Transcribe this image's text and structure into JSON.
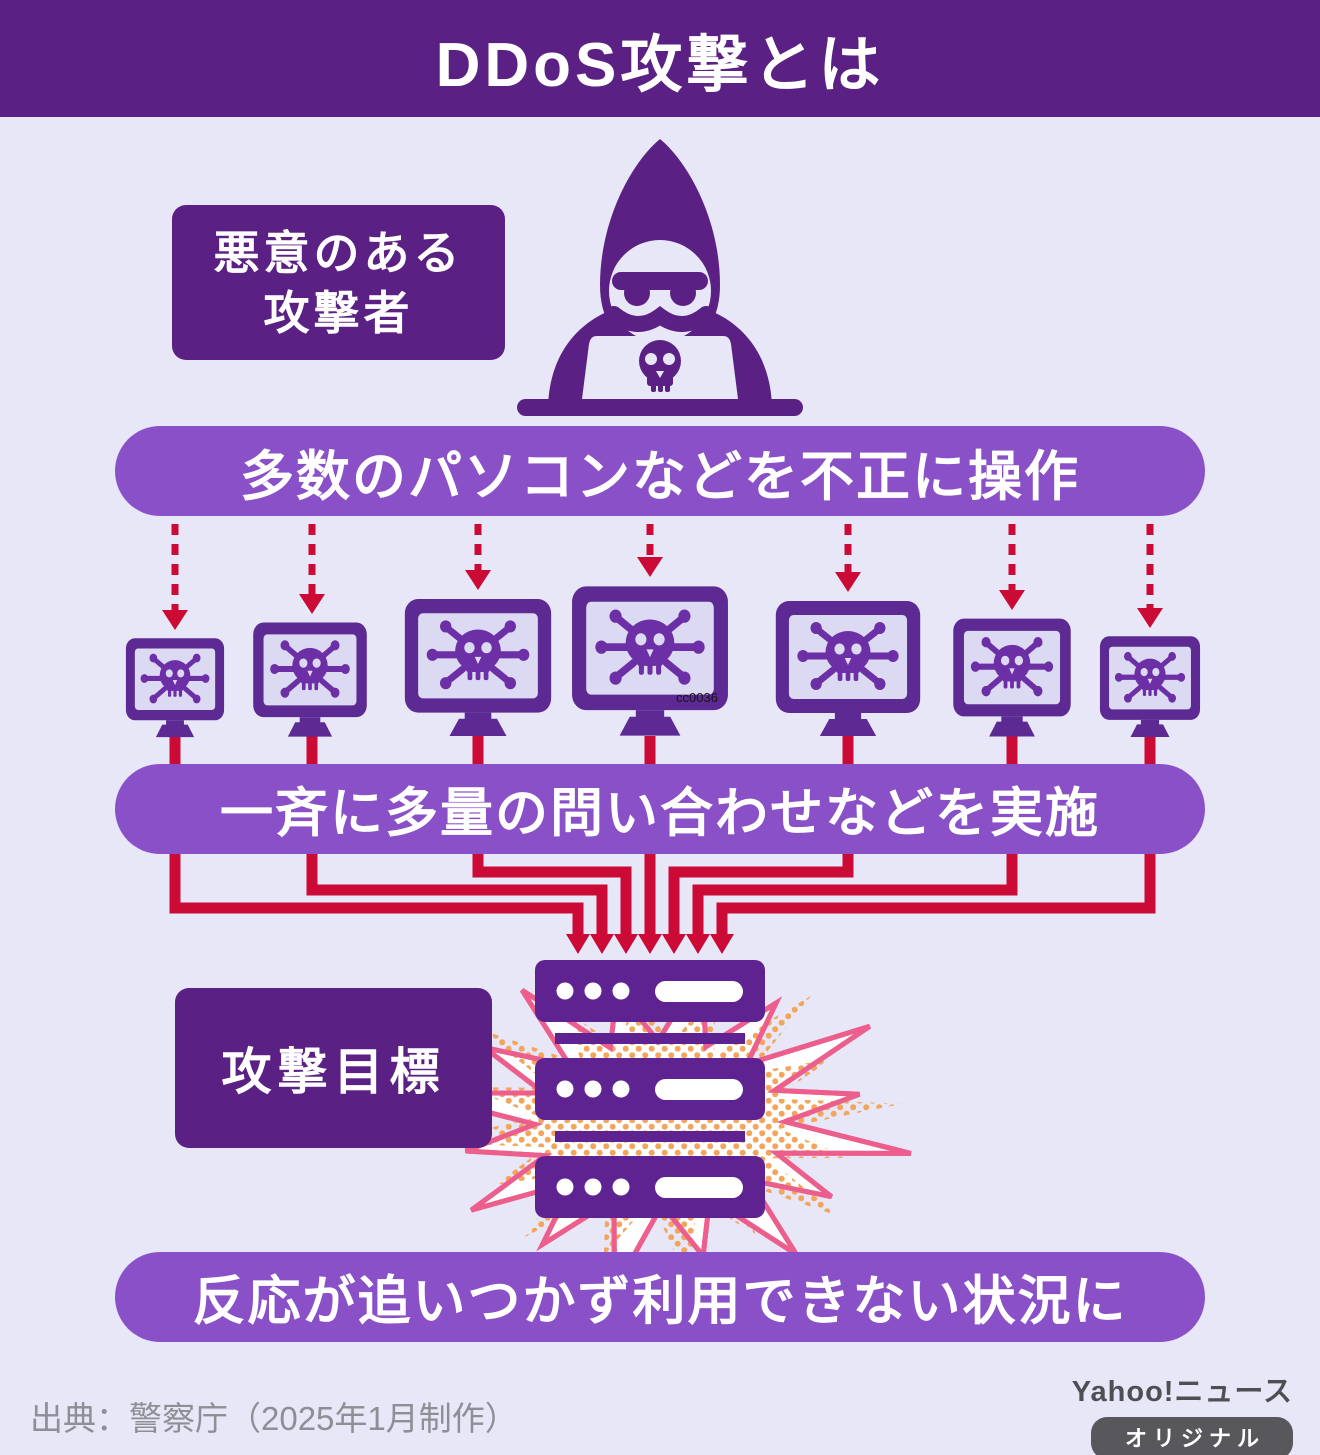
{
  "header": {
    "title": "DDoS攻撃とは"
  },
  "attacker": {
    "label_line1": "悪意のある",
    "label_line2": "攻撃者"
  },
  "steps": {
    "step1": "多数のパソコンなどを不正に操作",
    "step2": "一斉に多量の問い合わせなどを実施",
    "step3": "反応が追いつかず利用できない状況に"
  },
  "target": {
    "label": "攻撃目標"
  },
  "watermark": "cc0036",
  "footer": {
    "source": "出典：警察庁（2025年1月制作）",
    "brand": "Yahoo!ニュース",
    "badge": "オリジナル"
  },
  "icons": {
    "attacker": "hacker-with-laptop-icon",
    "infected_pc": "infected-computer-skull-icon",
    "target_server": "server-stack-icon",
    "impact": "explosion-burst-icon",
    "control_arrows": "red-dashed-arrow-icons",
    "attack_arrows": "red-converging-arrow-icons"
  },
  "colors": {
    "header_bg": "#5b2084",
    "panel_bg": "#e8e7f8",
    "label_bg": "#5b2084",
    "banner_bg": "#8a50c8",
    "arrow_red": "#cc0a36",
    "monitor_frame": "#5c2a92",
    "monitor_screen": "#dcdaf3",
    "malware_purple": "#6c2fa5",
    "server_purple": "#5e2391",
    "burst_pink": "#ec5f8d",
    "burst_dot": "#f2a55b",
    "footer_text": "#8e8e96",
    "brand_text": "#4e4e55",
    "badge_bg": "#58585c"
  }
}
